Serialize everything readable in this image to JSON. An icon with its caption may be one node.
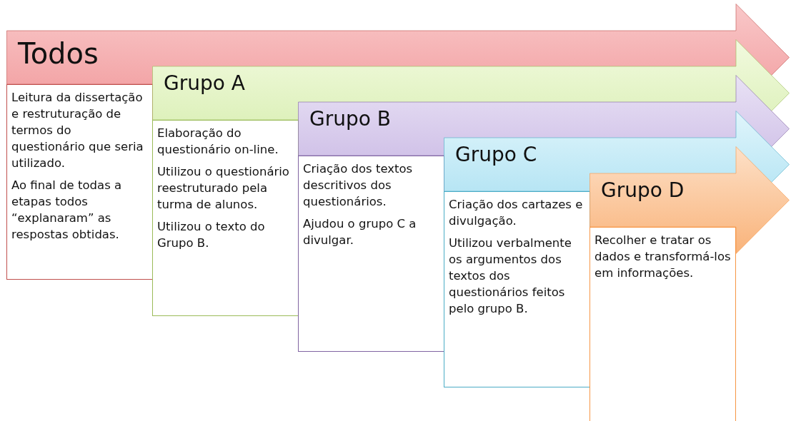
{
  "diagram": {
    "nodes": [
      {
        "text": [
          "Todos"
        ]
      },
      {
        "text": [
          "Leitura da dissertação e restruturação de termos do questionário que seria utilizado.",
          "Ao final de todas a etapas todos “explanaram” as respostas obtidas."
        ]
      },
      {
        "text": [
          "Grupo A"
        ]
      },
      {
        "text": [
          "Elaboração do questionário on-line.",
          "Utilizou o questionário reestruturado pela turma de alunos.",
          "Utilizou o texto do Grupo B."
        ]
      },
      {
        "text": [
          "Grupo B"
        ]
      },
      {
        "text": [
          "Criação dos textos descritivos dos questionários.",
          "Ajudou o grupo C a divulgar."
        ]
      },
      {
        "text": [
          "Grupo C"
        ]
      },
      {
        "text": [
          "Criação dos cartazes e divulgação.",
          "Utilizou verbalmente os argumentos dos textos dos questionários feitos pelo grupo B."
        ]
      },
      {
        "text": [
          "Grupo D"
        ]
      },
      {
        "text": [
          "Recolher e tratar os dados e transformá-los em informações."
        ]
      }
    ],
    "edges": []
  }
}
